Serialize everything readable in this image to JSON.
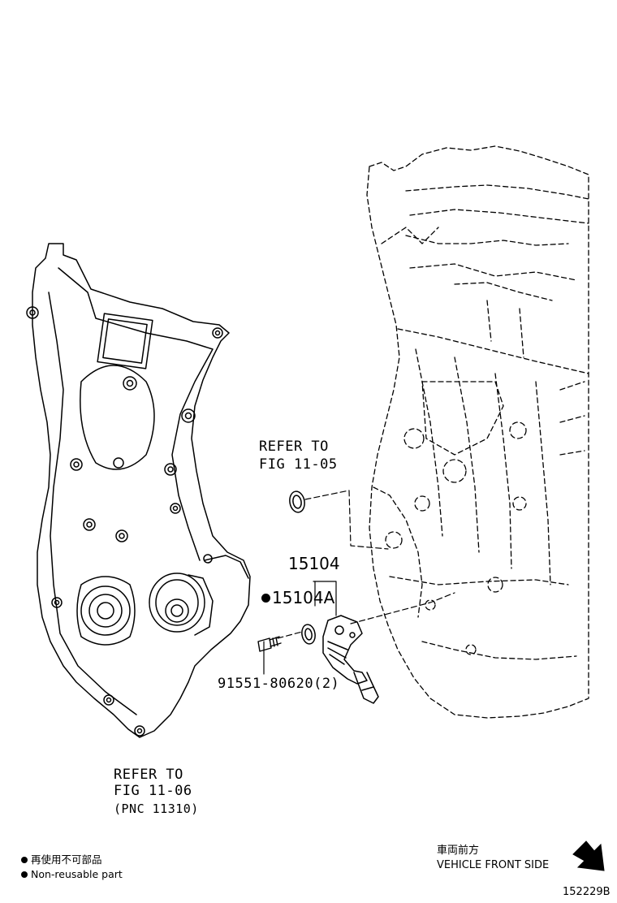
{
  "callouts": {
    "refer_top_line1": "REFER TO",
    "refer_top_line2": "FIG 11-05",
    "part_sensor": "15104",
    "part_sensor_a": "15104A",
    "part_bolt": "91551-80620(2)",
    "refer_bottom_line1": "REFER TO",
    "refer_bottom_line2": "FIG 11-06",
    "refer_bottom_line3": "(PNC 11310)"
  },
  "legend": {
    "japanese": "再使用不可部品",
    "english": "Non-reusable part"
  },
  "direction": {
    "japanese": "車両前方",
    "english": "VEHICLE FRONT SIDE"
  },
  "figure_id": "152229B"
}
